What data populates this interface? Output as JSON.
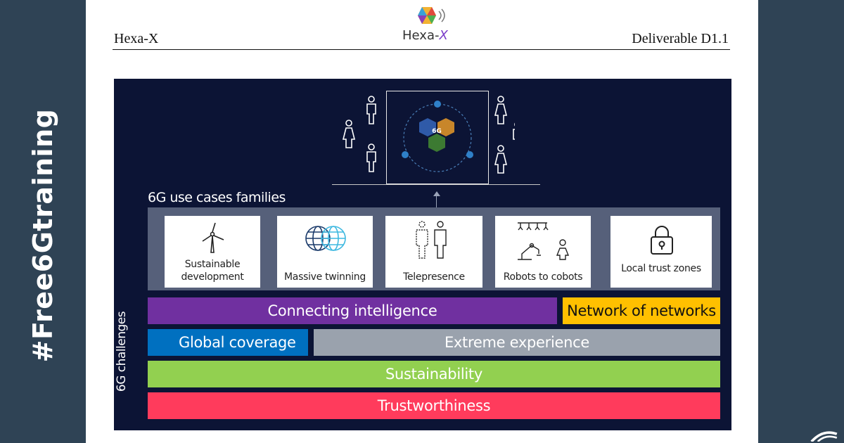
{
  "sidebar": {
    "hashtag": "#Free6Gtraining"
  },
  "header": {
    "left": "Hexa-X",
    "right": "Deliverable D1.1",
    "logo_text_main": "Hexa-",
    "logo_text_x": "X"
  },
  "diagram": {
    "use_cases_title": "6G use cases families",
    "challenges_label": "6G challenges",
    "use_cases": [
      {
        "label": "Sustainable development",
        "icon": "wind-turbine-icon"
      },
      {
        "label": "Massive twinning",
        "icon": "twin-globes-icon"
      },
      {
        "label": "Telepresence",
        "icon": "hologram-person-icon"
      },
      {
        "label": "Robots to cobots",
        "icon": "robot-arm-icon"
      },
      {
        "label": "Local trust zones",
        "icon": "padlock-icon"
      }
    ],
    "challenges": [
      {
        "label": "Connecting intelligence",
        "color": "#7030a0"
      },
      {
        "label": "Network of networks",
        "color": "#ffc000"
      },
      {
        "label": "Global coverage",
        "color": "#0070c0"
      },
      {
        "label": "Extreme experience",
        "color": "#9aa2ad"
      },
      {
        "label": "Sustainability",
        "color": "#92d050"
      },
      {
        "label": "Trustworthiness",
        "color": "#ff3b5c"
      }
    ]
  },
  "colors": {
    "background": "#2f4355",
    "figure_bg": "#0c1435",
    "panel": "#56607a"
  }
}
